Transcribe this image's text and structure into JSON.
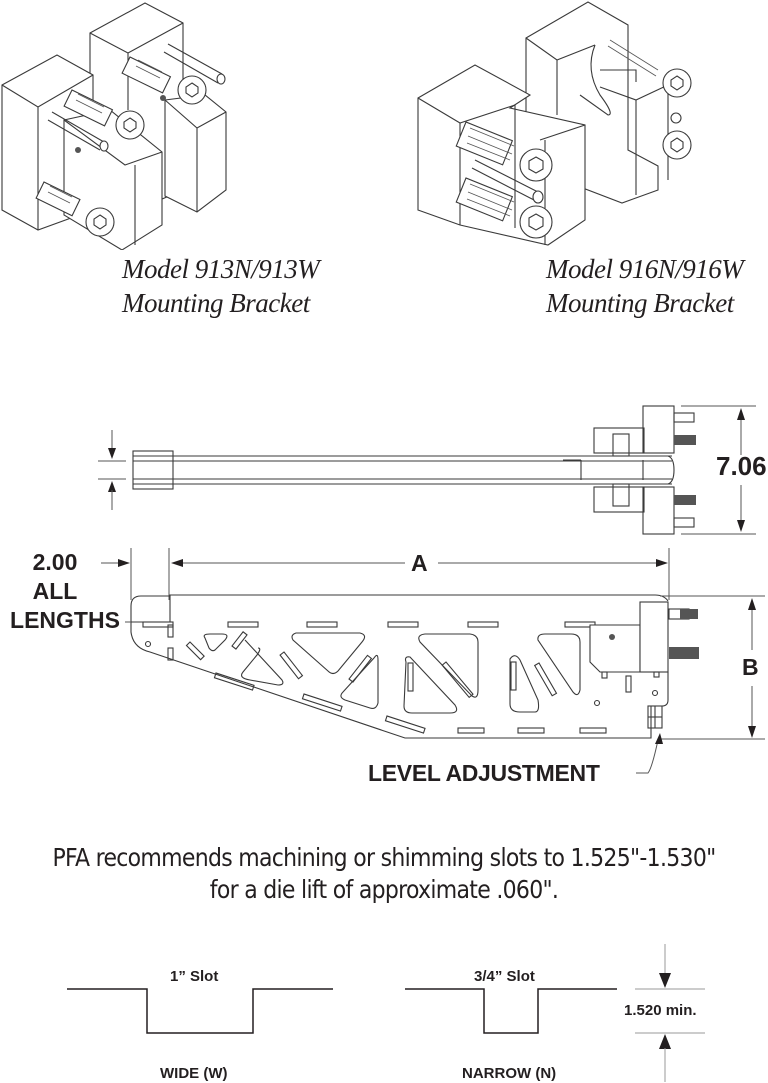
{
  "products": [
    {
      "model": "Model 913N/913W",
      "subtitle": "Mounting Bracket"
    },
    {
      "model": "Model 916N/916W",
      "subtitle": "Mounting Bracket"
    }
  ],
  "drawing": {
    "dim_height": "7.06",
    "dim_offset": "2.00",
    "dim_offset_note_line1": "ALL",
    "dim_offset_note_line2": "LENGTHS",
    "dim_length": "A",
    "dim_height_side": "B",
    "callout": "LEVEL ADJUSTMENT"
  },
  "note": {
    "line1": "PFA recommends machining or shimming slots to 1.525\"-1.530\"",
    "line2": "for a die lift of approximate .060\"."
  },
  "slots": [
    {
      "size": "1” Slot",
      "type": "WIDE (W)"
    },
    {
      "size": "3/4” Slot",
      "type": "NARROW (N)"
    }
  ],
  "slot_depth": "1.520 min.",
  "colors": {
    "ink": "#231f20",
    "line": "#3a3a3a",
    "background": "#ffffff"
  }
}
